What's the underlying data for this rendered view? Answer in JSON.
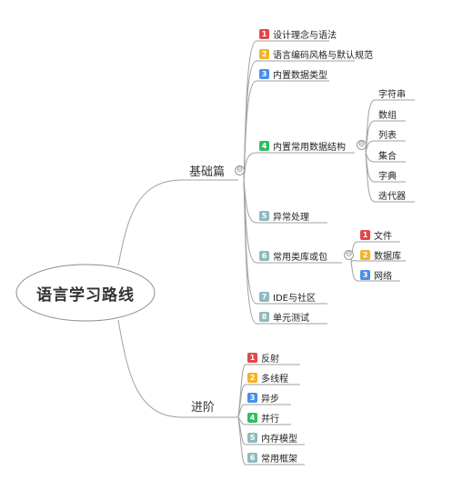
{
  "root": {
    "label": "语言学习路线"
  },
  "collapse_symbol": "⊖",
  "branches": [
    {
      "label": "基础篇",
      "items": [
        {
          "num": "1",
          "label": "设计理念与语法",
          "color": "#e04848"
        },
        {
          "num": "2",
          "label": "语言编码风格与默认规范",
          "color": "#f5b225"
        },
        {
          "num": "3",
          "label": "内置数据类型",
          "color": "#4a8ee8"
        },
        {
          "num": "4",
          "label": "内置常用数据结构",
          "color": "#2fbf5e",
          "children": [
            "字符串",
            "数组",
            "列表",
            "集合",
            "字典",
            "迭代器"
          ]
        },
        {
          "num": "5",
          "label": "异常处理",
          "color": "#8fb9bd"
        },
        {
          "num": "6",
          "label": "常用类库或包",
          "color": "#8fb9bd",
          "children": [
            {
              "num": "1",
              "label": "文件",
              "color": "#e04848"
            },
            {
              "num": "2",
              "label": "数据库",
              "color": "#f5b225"
            },
            {
              "num": "3",
              "label": "网络",
              "color": "#4a8ee8"
            }
          ]
        },
        {
          "num": "7",
          "label": "IDE与社区",
          "color": "#8fb9bd"
        },
        {
          "num": "8",
          "label": "单元测试",
          "color": "#8fb9bd"
        }
      ]
    },
    {
      "label": "进阶",
      "items": [
        {
          "num": "1",
          "label": "反射",
          "color": "#e04848"
        },
        {
          "num": "2",
          "label": "多线程",
          "color": "#f5b225"
        },
        {
          "num": "3",
          "label": "异步",
          "color": "#4a8ee8"
        },
        {
          "num": "4",
          "label": "并行",
          "color": "#2fbf5e"
        },
        {
          "num": "5",
          "label": "内存模型",
          "color": "#8fb9bd"
        },
        {
          "num": "6",
          "label": "常用框架",
          "color": "#8fb9bd"
        }
      ]
    }
  ]
}
